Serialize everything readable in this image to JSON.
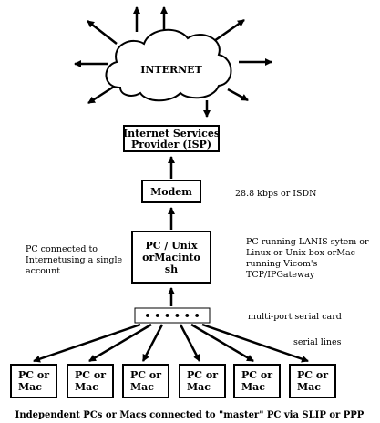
{
  "internet": {
    "label": "INTERNET"
  },
  "isp": {
    "line1": "Internet Services",
    "line2": "Provider (ISP)"
  },
  "modem": {
    "label": "Modem",
    "speed_note": "28.8 kbps or ISDN"
  },
  "pc_unix": {
    "line1": "PC / Unix",
    "line2": "orMacinto",
    "line3": "sh",
    "left_note": [
      "PC connected to",
      "Internetusing a single",
      "account"
    ],
    "right_note": [
      "PC running LANIS sytem or",
      "Linux or Unix box orMac",
      "running Vicom's",
      "TCP/IPGateway"
    ]
  },
  "serial_card": {
    "label": "multi-port serial card",
    "dots": "• • • • • •"
  },
  "serial_lines": {
    "label": "serial lines"
  },
  "clients": [
    {
      "line1": "PC or",
      "line2": "Mac"
    },
    {
      "line1": "PC or",
      "line2": "Mac"
    },
    {
      "line1": "PC or",
      "line2": "Mac"
    },
    {
      "line1": "PC or",
      "line2": "Mac"
    },
    {
      "line1": "PC or",
      "line2": "Mac"
    },
    {
      "line1": "PC or",
      "line2": "Mac"
    }
  ],
  "caption": "Independent PCs or Macs connected to \"master\" PC via SLIP or PPP"
}
